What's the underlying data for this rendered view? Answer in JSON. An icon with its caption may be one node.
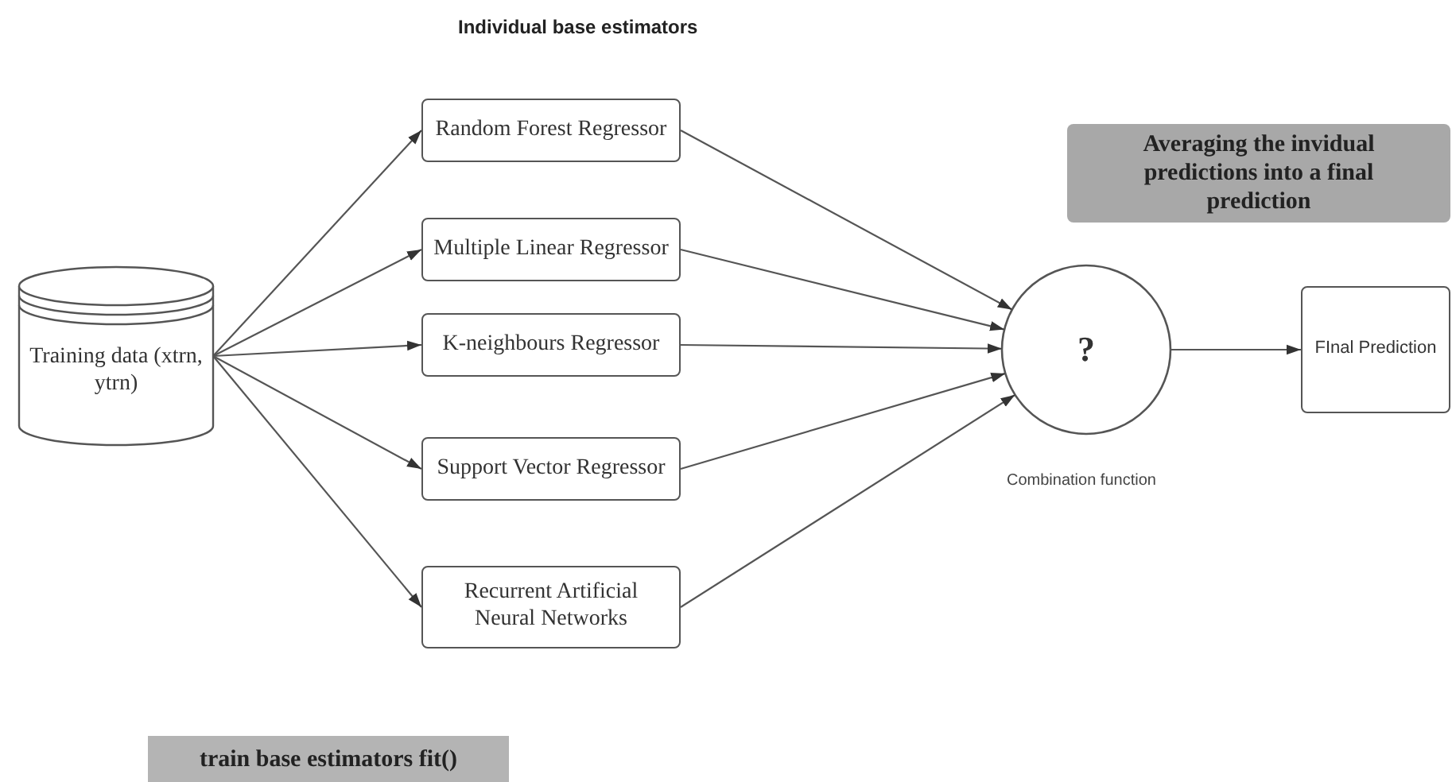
{
  "diagram": {
    "title": "Individual base estimators",
    "nodes": [
      {
        "text": [
          "Training data (xtrn, ytrn)"
        ]
      },
      {
        "text": [
          "Random Forest Regressor"
        ]
      },
      {
        "text": [
          "Multiple Linear Regressor"
        ]
      },
      {
        "text": [
          "K-neighbours Regressor"
        ]
      },
      {
        "text": [
          "Support Vector Regressor"
        ]
      },
      {
        "text": [
          "Recurrent Artificial Neural Networks"
        ]
      },
      {
        "text": [
          "?"
        ],
        "beside": [
          "Combination function"
        ]
      },
      {
        "text": [
          "FInal Prediction"
        ]
      },
      {
        "text": [
          "Averaging the invidual predictions into a final prediction"
        ]
      },
      {
        "text": [
          "train base estimators fit()"
        ]
      }
    ],
    "edges": [
      {
        "from": 0,
        "to": 1,
        "arrow": "to"
      },
      {
        "from": 0,
        "to": 2,
        "arrow": "to"
      },
      {
        "from": 0,
        "to": 3,
        "arrow": "to"
      },
      {
        "from": 0,
        "to": 4,
        "arrow": "to"
      },
      {
        "from": 0,
        "to": 5,
        "arrow": "to"
      },
      {
        "from": 1,
        "to": 6,
        "arrow": "to"
      },
      {
        "from": 2,
        "to": 6,
        "arrow": "to"
      },
      {
        "from": 3,
        "to": 6,
        "arrow": "to"
      },
      {
        "from": 4,
        "to": 6,
        "arrow": "to"
      },
      {
        "from": 5,
        "to": 6,
        "arrow": "to"
      },
      {
        "from": 6,
        "to": 7,
        "arrow": "to"
      }
    ]
  }
}
